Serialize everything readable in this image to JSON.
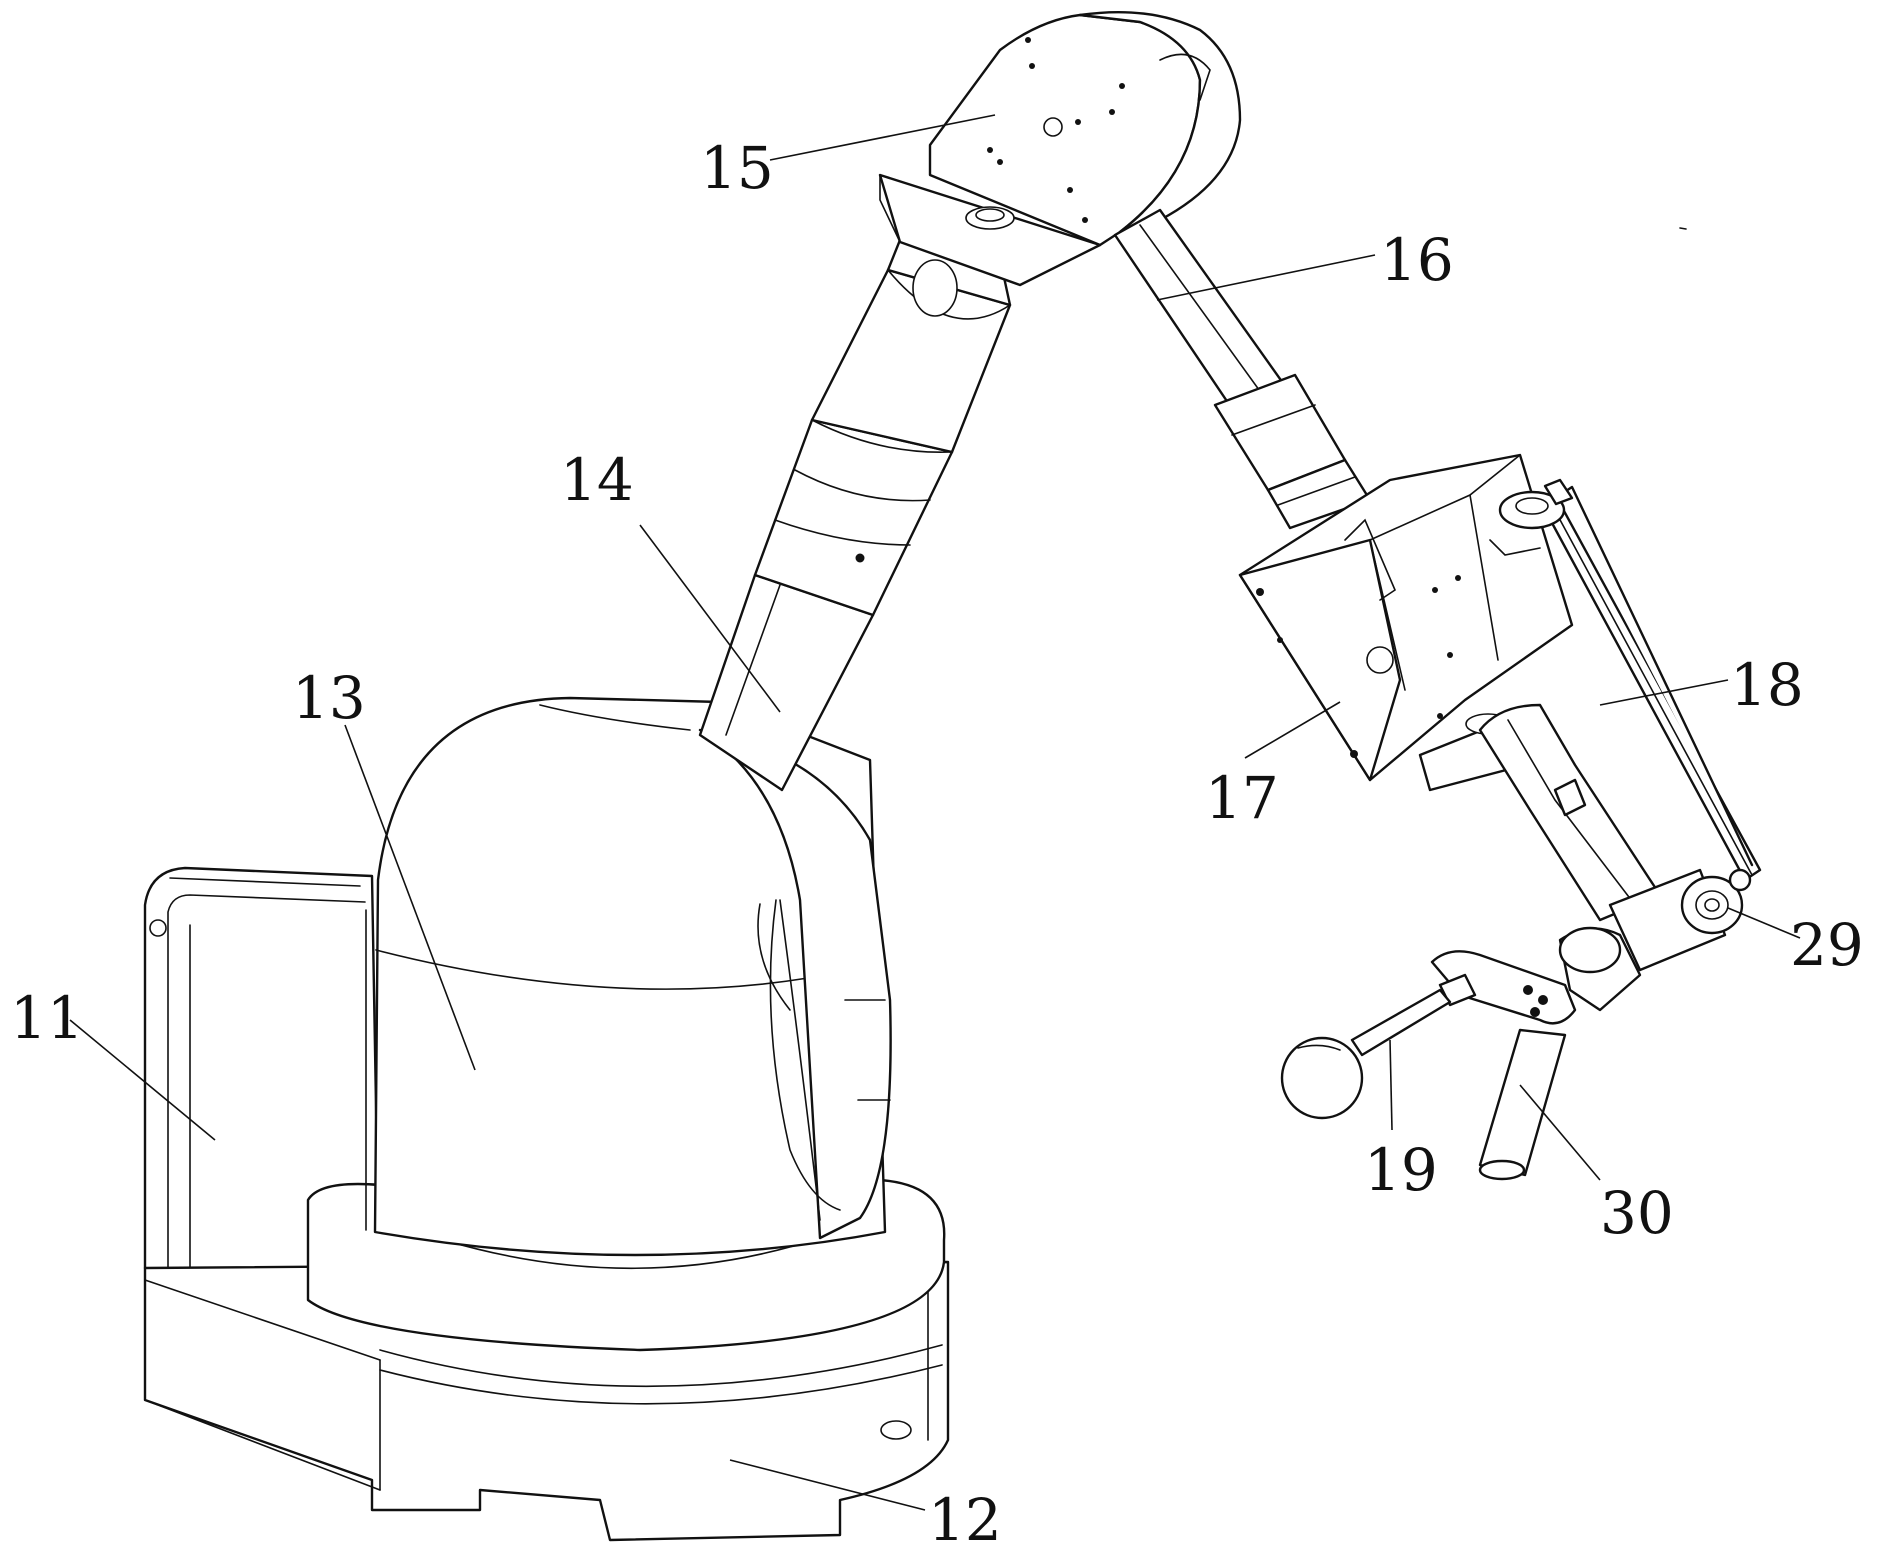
{
  "labels": {
    "l11": "11",
    "l12": "12",
    "l13": "13",
    "l14": "14",
    "l15": "15",
    "l16": "16",
    "l17": "17",
    "l18": "18",
    "l19": "19",
    "l29": "29",
    "l30": "30"
  }
}
